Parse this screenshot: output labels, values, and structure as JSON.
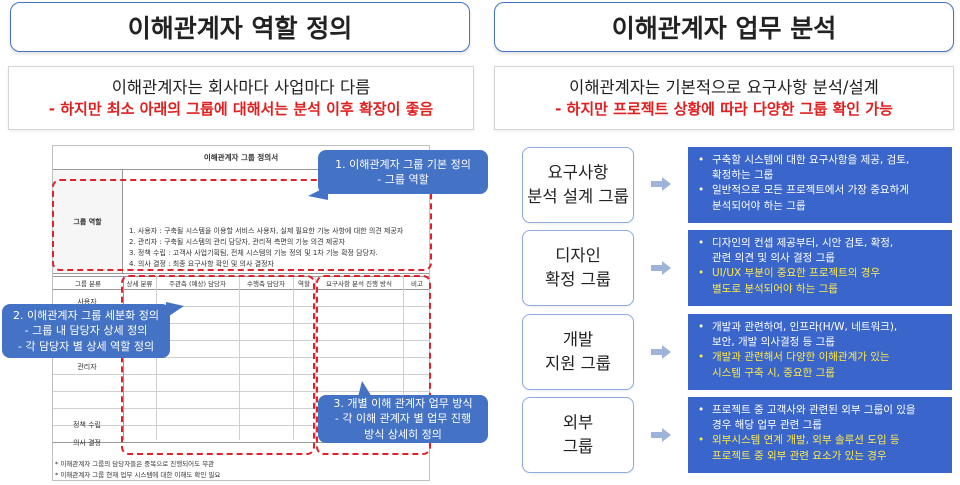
{
  "left_title": "이해관계자 역할 정의",
  "right_title": "이해관계자 업무 분석",
  "left_sub": {
    "line1": "이해관계자는 회사마다 사업마다 다름",
    "line2": "- 하지만 최소 아래의 그룹에 대해서는 분석 이후 확장이 좋음"
  },
  "right_sub": {
    "line1": "이해관계자는 기본적으로 요구사항 분석/설계",
    "line2": "- 하지만 프로젝트 상황에 따라 다양한 그룹 확인 가능"
  },
  "doc": {
    "title": "이해관계자 그룹 정의서",
    "role_header": "그룹 역할",
    "role_lines": [
      "1. 사용자 : 구축될 시스템을 이용할 서비스 사용자, 실제 필요한 기능 사항에 대한 의견 제공자",
      "2. 관리자 : 구축될 시스템의 관리 담당자, 관리적 측면의 기능 의견 제공자",
      "3. 정책 수립 : 고객사 사업기획팀, 전체 시스템의 기능 정의 및 1차 기능 확정 담당자.",
      "4. 의사 결정 : 최종 요구사항 확인 및 의사 결정자"
    ],
    "columns": [
      "그룹 분류",
      "상세 분류",
      "주관측 (예상) 담당자",
      "수행측 담당자",
      "역할",
      "요구사항 분석 진행 방식",
      "비고"
    ],
    "rows": [
      "사용자",
      "관리자",
      "정책 수립",
      "의사 결정"
    ],
    "notes": [
      "* 이해관계자 그룹의 담당자들은 중복으로 진행되어도 무관",
      "* 이해관계자 그룹 현재 업무 시스템에 대한 이해도 확인 필요"
    ]
  },
  "callouts": {
    "c1": [
      "1. 이해관계자 그룹 기본 정의",
      "- 그룹 역할"
    ],
    "c2": [
      "2. 이해관계자 그룹 세분화 정의",
      "- 그룹 내 담당자 상세 정의",
      "- 각 담당자 별 상세 역할 정의"
    ],
    "c3": [
      "3. 개별 이해 관계자 업무 방식",
      "- 각 이해 관계자 별 업무 진행",
      "방식 상세히 정의"
    ]
  },
  "groups": [
    {
      "name_lines": [
        "요구사항",
        "분석 설계 그룹"
      ],
      "items": [
        {
          "text": "구축할 시스템에 대한 요구사항을 제공, 검토,",
          "cont": "확정하는 그룹",
          "highlight": false
        },
        {
          "text": "일반적으로 모든 프로젝트에서 가장 중요하게",
          "cont": "분석되어야 하는 그룹",
          "highlight": false
        }
      ]
    },
    {
      "name_lines": [
        "디자인",
        "확정 그룹"
      ],
      "items": [
        {
          "text": "디자인의 컨셉 제공부터, 시안 검토, 확정,",
          "cont": "관련 의견 및 의사 결정 그룹",
          "highlight": false
        },
        {
          "text": "UI/UX 부분이 중요한 프로젝트의 경우",
          "cont": "별도로 분석되어야 하는 그룹",
          "highlight": true
        }
      ]
    },
    {
      "name_lines": [
        "개발",
        "지원 그룹"
      ],
      "items": [
        {
          "text": "개발과 관련하여, 인프라(H/W, 네트워크),",
          "cont": "보안, 개발 의사결정 등 그룹",
          "highlight": false
        },
        {
          "text": "개발과 관련해서 다양한 이해관계가 있는",
          "cont": "시스템 구축 시, 중요한 그룹",
          "highlight": true
        }
      ]
    },
    {
      "name_lines": [
        "외부",
        "그룹"
      ],
      "items": [
        {
          "text": "프로젝트 중 고객사와 관련된 외부 그룹이 있을",
          "cont": "경우 해당 업무 관련 그룹",
          "highlight": false
        },
        {
          "text": "외부시스템 연계 개발, 외부 솔루션 도입 등",
          "cont": "프로젝트 중 외부 관련 요소가 있는 경우",
          "highlight": true
        }
      ]
    }
  ],
  "colors": {
    "accent": "#4472c4",
    "red": "#e0202a",
    "highlight": "#ffe94a",
    "desc_bg": "#3a66cc"
  }
}
